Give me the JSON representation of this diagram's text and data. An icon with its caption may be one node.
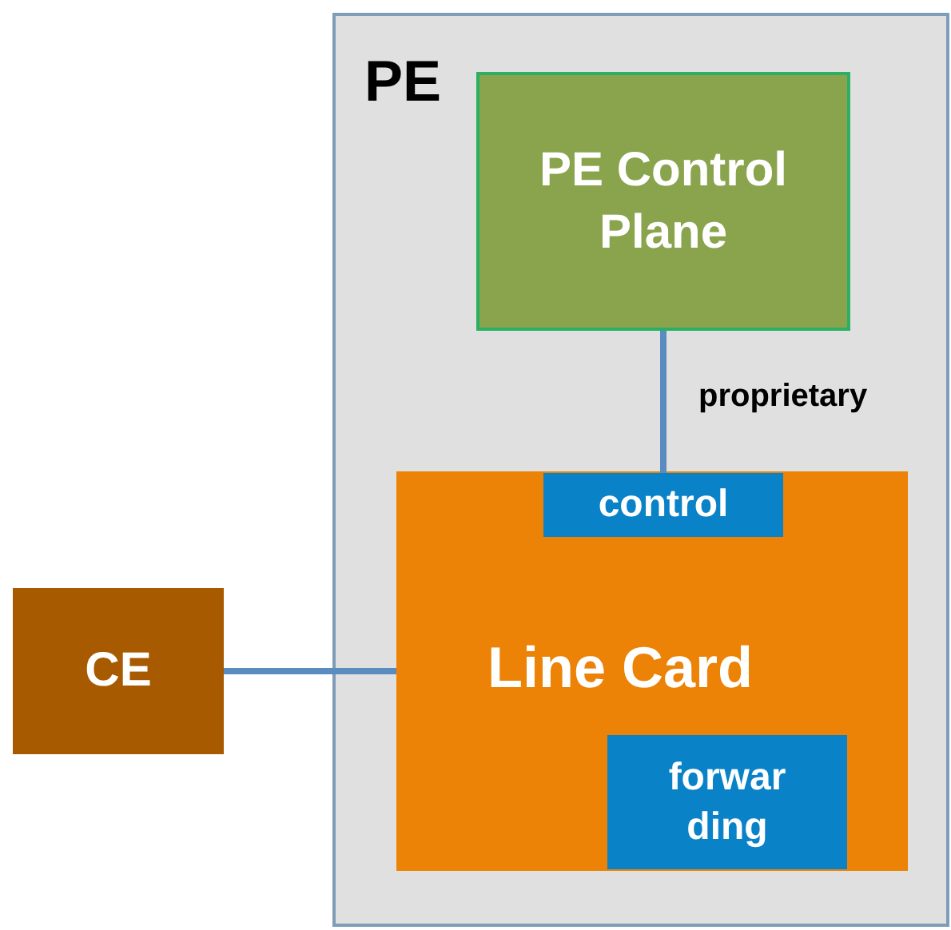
{
  "diagram": {
    "nodes": [
      {
        "text": [
          "PE"
        ]
      },
      {
        "text": [
          "PE Control Plane"
        ],
        "in": 0
      },
      {
        "text": [
          "Line Card"
        ],
        "in": 0
      },
      {
        "text": [
          "control"
        ],
        "in": 2
      },
      {
        "text": [
          "forwar ding"
        ],
        "in": 2
      },
      {
        "text": [
          "CE"
        ]
      }
    ],
    "edges": [
      {
        "from": 1,
        "to": 3,
        "arrow": "none",
        "label": "proprietary"
      },
      {
        "from": 5,
        "to": 2,
        "arrow": "none"
      }
    ]
  }
}
